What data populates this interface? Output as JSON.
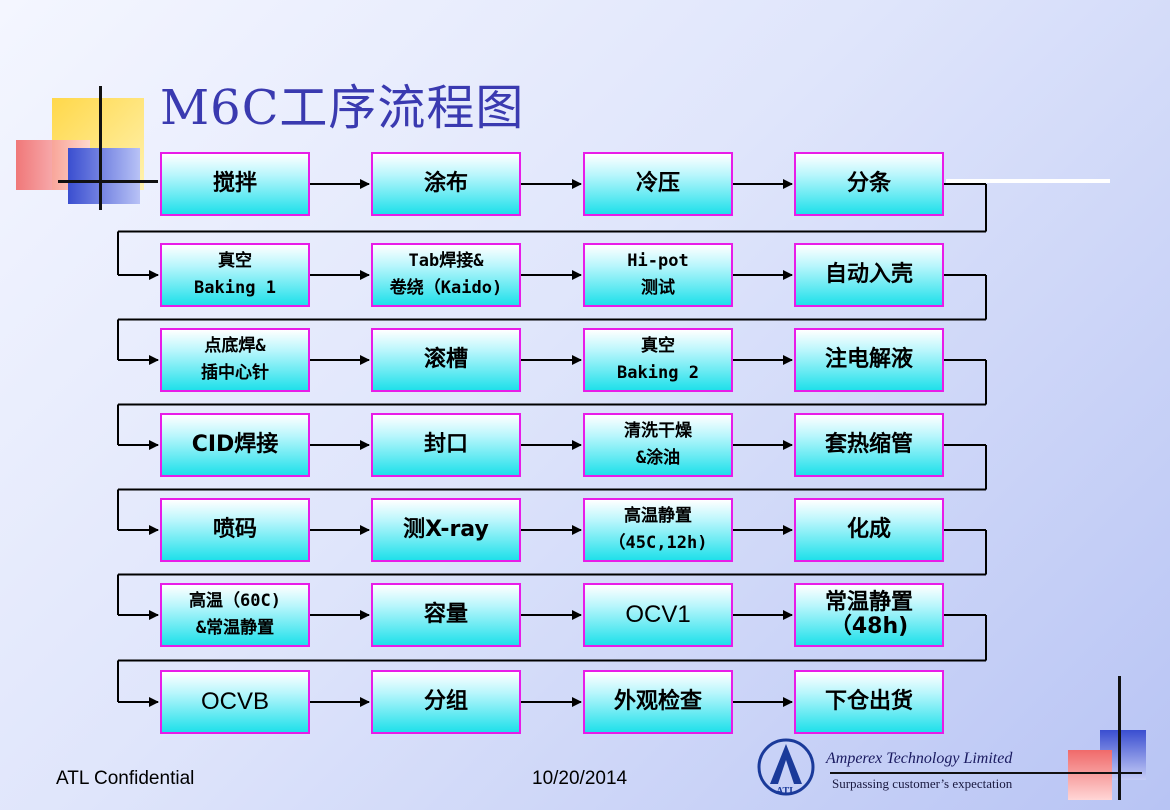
{
  "title": "M6C工序流程图",
  "colors": {
    "title": "#3a3ab0",
    "box_border": "#e81ce8",
    "box_fill": "#1fe0ea"
  },
  "steps": [
    {
      "row": 0,
      "col": 0,
      "lines": [
        "搅拌"
      ],
      "style": "big"
    },
    {
      "row": 0,
      "col": 1,
      "lines": [
        "涂布"
      ],
      "style": "big"
    },
    {
      "row": 0,
      "col": 2,
      "lines": [
        "冷压"
      ],
      "style": "big"
    },
    {
      "row": 0,
      "col": 3,
      "lines": [
        "分条"
      ],
      "style": "big"
    },
    {
      "row": 1,
      "col": 0,
      "lines": [
        "真空",
        "Baking 1"
      ],
      "style": "small"
    },
    {
      "row": 1,
      "col": 1,
      "lines": [
        "Tab焊接&",
        "卷绕（Kaido)"
      ],
      "style": "small"
    },
    {
      "row": 1,
      "col": 2,
      "lines": [
        "Hi-pot",
        "测试"
      ],
      "style": "small"
    },
    {
      "row": 1,
      "col": 3,
      "lines": [
        "自动入壳"
      ],
      "style": "big"
    },
    {
      "row": 2,
      "col": 0,
      "lines": [
        "点底焊&",
        "插中心针"
      ],
      "style": "small"
    },
    {
      "row": 2,
      "col": 1,
      "lines": [
        "滚槽"
      ],
      "style": "big"
    },
    {
      "row": 2,
      "col": 2,
      "lines": [
        "真空",
        "Baking 2"
      ],
      "style": "small"
    },
    {
      "row": 2,
      "col": 3,
      "lines": [
        "注电解液"
      ],
      "style": "big"
    },
    {
      "row": 3,
      "col": 0,
      "lines": [
        "CID焊接"
      ],
      "style": "big"
    },
    {
      "row": 3,
      "col": 1,
      "lines": [
        "封口"
      ],
      "style": "big"
    },
    {
      "row": 3,
      "col": 2,
      "lines": [
        "清洗干燥",
        "&涂油"
      ],
      "style": "small"
    },
    {
      "row": 3,
      "col": 3,
      "lines": [
        "套热缩管"
      ],
      "style": "big"
    },
    {
      "row": 4,
      "col": 0,
      "lines": [
        "喷码"
      ],
      "style": "big"
    },
    {
      "row": 4,
      "col": 1,
      "lines": [
        "测X-ray"
      ],
      "style": "big"
    },
    {
      "row": 4,
      "col": 2,
      "lines": [
        "高温静置",
        "（45C,12h)"
      ],
      "style": "small"
    },
    {
      "row": 4,
      "col": 3,
      "lines": [
        "化成"
      ],
      "style": "big"
    },
    {
      "row": 5,
      "col": 0,
      "lines": [
        "高温（60C)",
        "&常温静置"
      ],
      "style": "small"
    },
    {
      "row": 5,
      "col": 1,
      "lines": [
        "容量"
      ],
      "style": "big"
    },
    {
      "row": 5,
      "col": 2,
      "lines": [
        "OCV1"
      ],
      "style": "latin"
    },
    {
      "row": 5,
      "col": 3,
      "lines": [
        "常温静置",
        "（48h)"
      ],
      "style": "big"
    },
    {
      "row": 6,
      "col": 0,
      "lines": [
        "OCVB"
      ],
      "style": "latin"
    },
    {
      "row": 6,
      "col": 1,
      "lines": [
        "分组"
      ],
      "style": "big"
    },
    {
      "row": 6,
      "col": 2,
      "lines": [
        "外观检查"
      ],
      "style": "big"
    },
    {
      "row": 6,
      "col": 3,
      "lines": [
        "下仓出货"
      ],
      "style": "big"
    }
  ],
  "footer": {
    "confidential": "ATL Confidential",
    "date": "10/20/2014",
    "company": "Amperex Technology Limited",
    "slogan": "Surpassing customer’s expectation",
    "logo_text": "ATL"
  }
}
